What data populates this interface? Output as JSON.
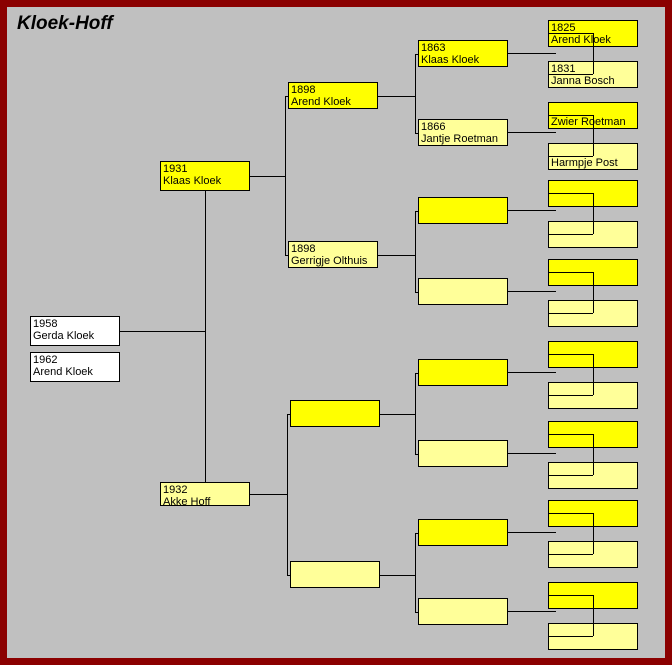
{
  "chart_title": "Kloek-Hoff",
  "colors": {
    "frame_border": "#8b0000",
    "background": "#c0c0c0",
    "male_box": "#ffff00",
    "female_box": "#ffff99",
    "child_box": "#ffffff",
    "line": "#000000"
  },
  "children": [
    {
      "year": "1958",
      "name": "Gerda Kloek"
    },
    {
      "year": "1962",
      "name": "Arend Kloek"
    }
  ],
  "generations": {
    "gen1": [
      {
        "year": "1931",
        "name": "Klaas Kloek",
        "sex": "male"
      },
      {
        "year": "1932",
        "name": "Akke Hoff",
        "sex": "female"
      }
    ],
    "gen2": [
      {
        "year": "1898",
        "name": "Arend Kloek",
        "sex": "male"
      },
      {
        "year": "1898",
        "name": "Gerrigje Olthuis",
        "sex": "female"
      },
      {
        "year": "",
        "name": "",
        "sex": "male"
      },
      {
        "year": "",
        "name": "",
        "sex": "female"
      }
    ],
    "gen3": [
      {
        "year": "1863",
        "name": "Klaas Kloek",
        "sex": "male"
      },
      {
        "year": "1866",
        "name": "Jantje Roetman",
        "sex": "female"
      },
      {
        "year": "",
        "name": "",
        "sex": "male"
      },
      {
        "year": "",
        "name": "",
        "sex": "female"
      },
      {
        "year": "",
        "name": "",
        "sex": "male"
      },
      {
        "year": "",
        "name": "",
        "sex": "female"
      },
      {
        "year": "",
        "name": "",
        "sex": "male"
      },
      {
        "year": "",
        "name": "",
        "sex": "female"
      }
    ],
    "gen4": [
      {
        "year": "1825",
        "name": "Arend Kloek",
        "sex": "male"
      },
      {
        "year": "1831",
        "name": "Janna Bosch",
        "sex": "female"
      },
      {
        "year": "",
        "name": "Zwier Roetman",
        "sex": "male"
      },
      {
        "year": "",
        "name": "Harmpje Post",
        "sex": "female"
      },
      {
        "year": "",
        "name": "",
        "sex": "male"
      },
      {
        "year": "",
        "name": "",
        "sex": "female"
      },
      {
        "year": "",
        "name": "",
        "sex": "male"
      },
      {
        "year": "",
        "name": "",
        "sex": "female"
      },
      {
        "year": "",
        "name": "",
        "sex": "male"
      },
      {
        "year": "",
        "name": "",
        "sex": "female"
      },
      {
        "year": "",
        "name": "",
        "sex": "male"
      },
      {
        "year": "",
        "name": "",
        "sex": "female"
      },
      {
        "year": "",
        "name": "",
        "sex": "male"
      },
      {
        "year": "",
        "name": "",
        "sex": "female"
      },
      {
        "year": "",
        "name": "",
        "sex": "male"
      },
      {
        "year": "",
        "name": "",
        "sex": "female"
      }
    ]
  }
}
